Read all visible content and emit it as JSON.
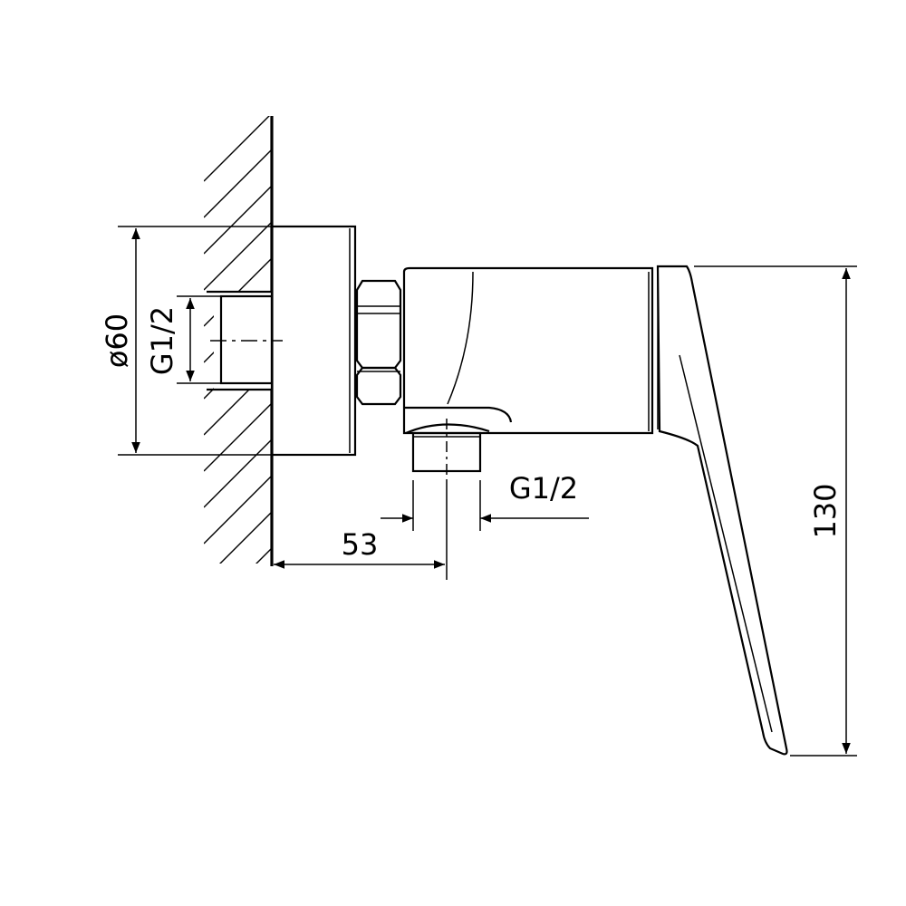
{
  "dimensions": {
    "flange_diameter": "ø60",
    "inlet_thread": "G1/2",
    "outlet_thread": "G1/2",
    "outlet_offset": "53",
    "overall_height": "130"
  },
  "colors": {
    "line": "#000000",
    "background": "#ffffff"
  }
}
